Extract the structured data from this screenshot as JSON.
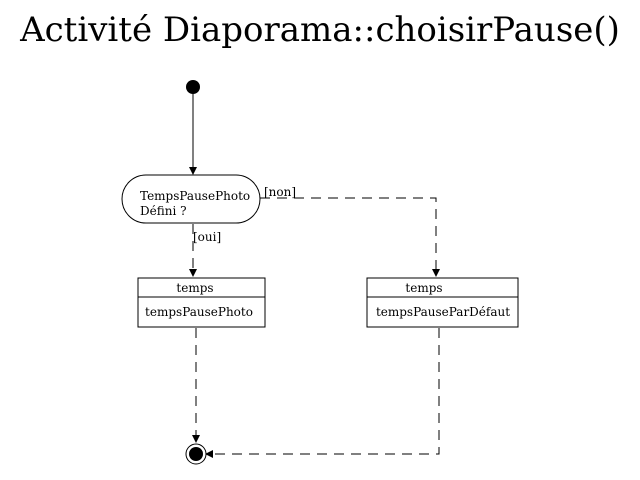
{
  "title": "Activité Diaporama::choisirPause()",
  "decision": {
    "line1": "TempsPausePhoto",
    "line2": "Défini ?"
  },
  "guards": {
    "no": "[non]",
    "yes": "[oui]"
  },
  "actions": [
    {
      "header": "temps",
      "body": "tempsPausePhoto"
    },
    {
      "header": "temps",
      "body": "tempsPauseParDéfaut"
    }
  ],
  "colors": {
    "stroke": "#000000",
    "fill": "#ffffff"
  }
}
